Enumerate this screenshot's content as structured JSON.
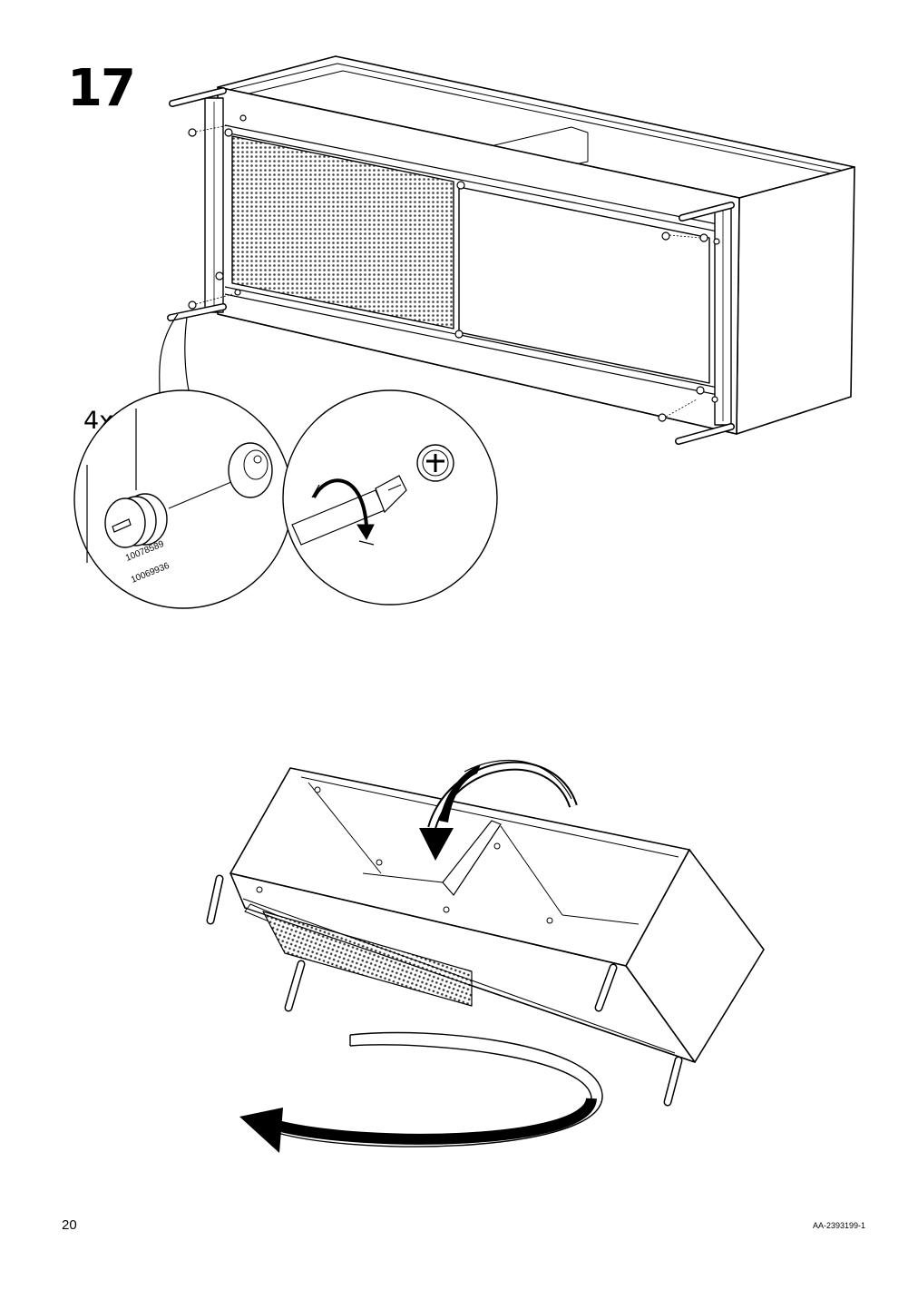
{
  "step": {
    "number": "17"
  },
  "detail": {
    "quantity": "4x",
    "part_numbers": [
      "10078589",
      "10069936"
    ]
  },
  "footer": {
    "page_number": "20",
    "document_id": "AA-2393199-1"
  }
}
